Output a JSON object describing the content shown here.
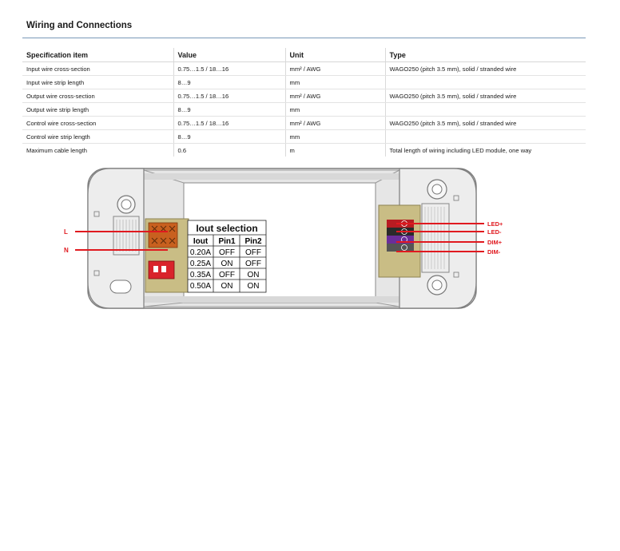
{
  "section_title": "Wiring and Connections",
  "table": {
    "headers": [
      "Specification item",
      "Value",
      "Unit",
      "Type"
    ],
    "rows": [
      [
        "Input wire cross-section",
        "0.75…1.5 / 18…16",
        "mm² / AWG",
        "WAGO250 (pitch 3.5 mm), solid / stranded wire"
      ],
      [
        "Input wire strip length",
        "8…9",
        "mm",
        ""
      ],
      [
        "Output wire cross-section",
        "0.75…1.5 / 18…16",
        "mm² / AWG",
        "WAGO250 (pitch 3.5 mm), solid / stranded wire"
      ],
      [
        "Output wire strip length",
        "8…9",
        "mm",
        ""
      ],
      [
        "Control wire cross-section",
        "0.75…1.5 / 18…16",
        "mm² / AWG",
        "WAGO250 (pitch 3.5 mm), solid / stranded wire"
      ],
      [
        "Control wire strip length",
        "8…9",
        "mm",
        ""
      ],
      [
        "Maximum cable length",
        "0.6",
        "m",
        "Total length of wiring including LED module, one way"
      ]
    ]
  },
  "diagram": {
    "input_labels": [
      "L",
      "N"
    ],
    "output_labels": [
      "LED+",
      "LED-",
      "DIM+",
      "DIM-"
    ],
    "iout_table": {
      "title": "Iout selection",
      "headers": [
        "Iout",
        "Pin1",
        "Pin2"
      ],
      "rows": [
        [
          "0.20A",
          "OFF",
          "OFF"
        ],
        [
          "0.25A",
          "ON",
          "OFF"
        ],
        [
          "0.35A",
          "OFF",
          "ON"
        ],
        [
          "0.50A",
          "ON",
          "ON"
        ]
      ]
    },
    "colors": {
      "wire": "#e0191f",
      "input_terminal": "#c8601f",
      "dip_switch": "#d9232b",
      "terminal_block": "#c9bd85",
      "led_plus": "#b81c22",
      "led_minus": "#2a2a2a",
      "dim_plus": "#6a2e9a",
      "dim_minus": "#555555"
    }
  }
}
